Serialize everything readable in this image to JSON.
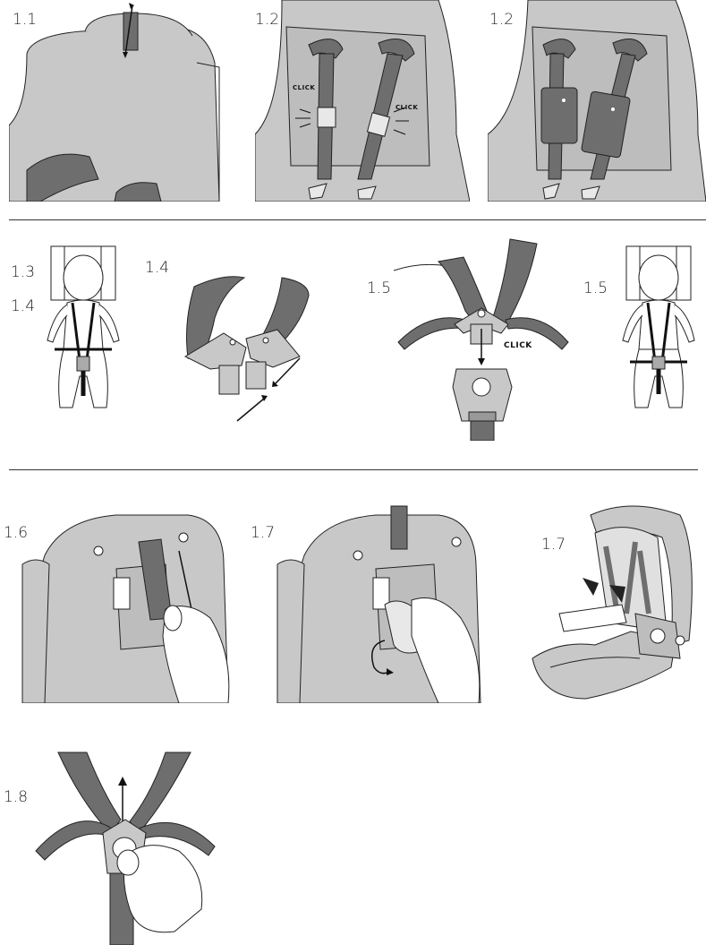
{
  "steps": {
    "s1_1": "1.1",
    "s1_2a": "1.2",
    "s1_2b": "1.2",
    "s1_3": "1.3",
    "s1_4a": "1.4",
    "s1_4b": "1.4",
    "s1_5a": "1.5",
    "s1_5b": "1.5",
    "s1_6": "1.6",
    "s1_7a": "1.7",
    "s1_7b": "1.7",
    "s1_8": "1.8"
  },
  "labels": {
    "click_left": "CLICK",
    "click_right": "CLICK",
    "click_buckle": "CLICK"
  },
  "colors": {
    "seat": "#c8c8c8",
    "strap": "#6e6e6e",
    "dark": "#555555",
    "line": "#222222"
  }
}
